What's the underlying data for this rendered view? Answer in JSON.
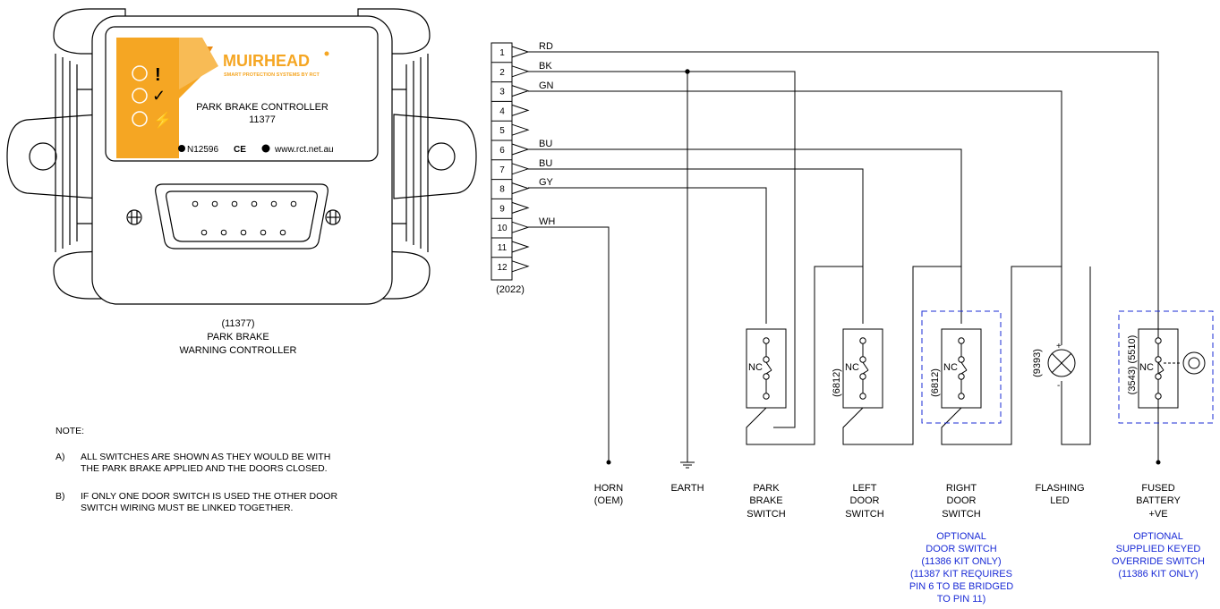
{
  "controller": {
    "brand": "MUIRHEAD",
    "brand_tagline": "SMART PROTECTION SYSTEMS BY RCT",
    "product_title": "PARK BRAKE CONTROLLER",
    "product_number": "11377",
    "cert_number": "N12596",
    "ce_mark": "CE",
    "website": "www.rct.net.au",
    "indicator_symbols": [
      "!",
      "✓",
      "⚡"
    ],
    "caption_code": "(11377)",
    "caption_line1": "PARK BRAKE",
    "caption_line2": "WARNING CONTROLLER"
  },
  "notes": {
    "heading": "NOTE:",
    "a_label": "A)",
    "a_line1": "ALL SWITCHES ARE SHOWN AS THEY WOULD BE WITH",
    "a_line2": "THE PARK BRAKE APPLIED AND THE DOORS CLOSED.",
    "b_label": "B)",
    "b_line1": "IF ONLY ONE DOOR SWITCH IS USED THE OTHER DOOR",
    "b_line2": "SWITCH WIRING MUST BE LINKED TOGETHER."
  },
  "connector": {
    "part_number": "(2022)",
    "pins": [
      "1",
      "2",
      "3",
      "4",
      "5",
      "6",
      "7",
      "8",
      "9",
      "10",
      "11",
      "12"
    ],
    "wire_colors": [
      "RD",
      "BK",
      "GN",
      "BU",
      "BU",
      "GY",
      "WH"
    ]
  },
  "component_codes": {
    "left_door": "(6812)",
    "right_door": "(6812)",
    "led": "(9393)",
    "override": "(3543) (5510)"
  },
  "switch_state": "NC",
  "led_polarity": [
    "+",
    "-"
  ],
  "labels": {
    "horn": [
      "HORN",
      "(OEM)"
    ],
    "earth": [
      "EARTH"
    ],
    "park_brake": [
      "PARK",
      "BRAKE",
      "SWITCH"
    ],
    "left_door": [
      "LEFT",
      "DOOR",
      "SWITCH"
    ],
    "right_door": [
      "RIGHT",
      "DOOR",
      "SWITCH"
    ],
    "flashing_led": [
      "FLASHING",
      "LED"
    ],
    "fused_battery": [
      "FUSED",
      "BATTERY",
      "+VE"
    ]
  },
  "optional_notes": {
    "door_switch": [
      "OPTIONAL",
      "DOOR SWITCH",
      "(11386 KIT ONLY)",
      "(11387 KIT REQUIRES",
      "PIN 6 TO BE BRIDGED",
      "TO PIN 11)"
    ],
    "override_switch": [
      "OPTIONAL",
      "SUPPLIED KEYED",
      "OVERRIDE SWITCH",
      "(11386 KIT ONLY)"
    ]
  },
  "colors": {
    "line": "#000000",
    "optional_blue": "#1a2bd6",
    "label_orange": "#f5a623",
    "label_orange_dark": "#ea8a12"
  }
}
